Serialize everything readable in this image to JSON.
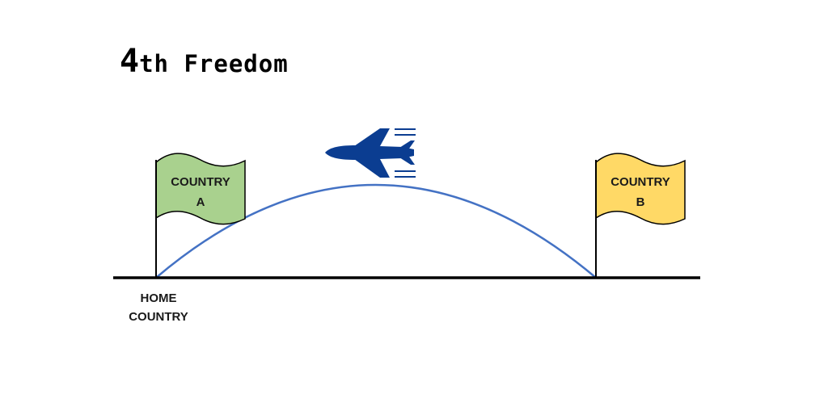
{
  "title": {
    "number": "4",
    "rest": "th Freedom"
  },
  "flags": {
    "a": {
      "line1": "COUNTRY",
      "line2": "A",
      "color": "#a9d18e"
    },
    "b": {
      "line1": "COUNTRY",
      "line2": "B",
      "color": "#ffd966"
    }
  },
  "home": {
    "line1": "HOME",
    "line2": "COUNTRY"
  },
  "colors": {
    "flight_path": "#4472c4",
    "plane": "#0b3d91",
    "ground": "#000000"
  },
  "icons": {
    "plane": "airplane-icon",
    "speed": "speed-lines-icon"
  }
}
